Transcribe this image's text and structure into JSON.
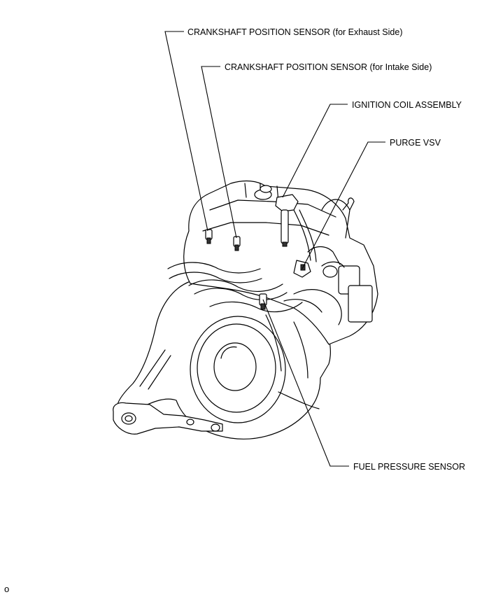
{
  "labels": {
    "crank_exhaust": "CRANKSHAFT POSITION SENSOR (for Exhaust Side)",
    "crank_intake": "CRANKSHAFT POSITION SENSOR (for Intake Side)",
    "ignition_coil": "IGNITION COIL ASSEMBLY",
    "purge_vsv": "PURGE VSV",
    "fuel_pressure": "FUEL PRESSURE SENSOR"
  },
  "footer": {
    "code": "o"
  }
}
